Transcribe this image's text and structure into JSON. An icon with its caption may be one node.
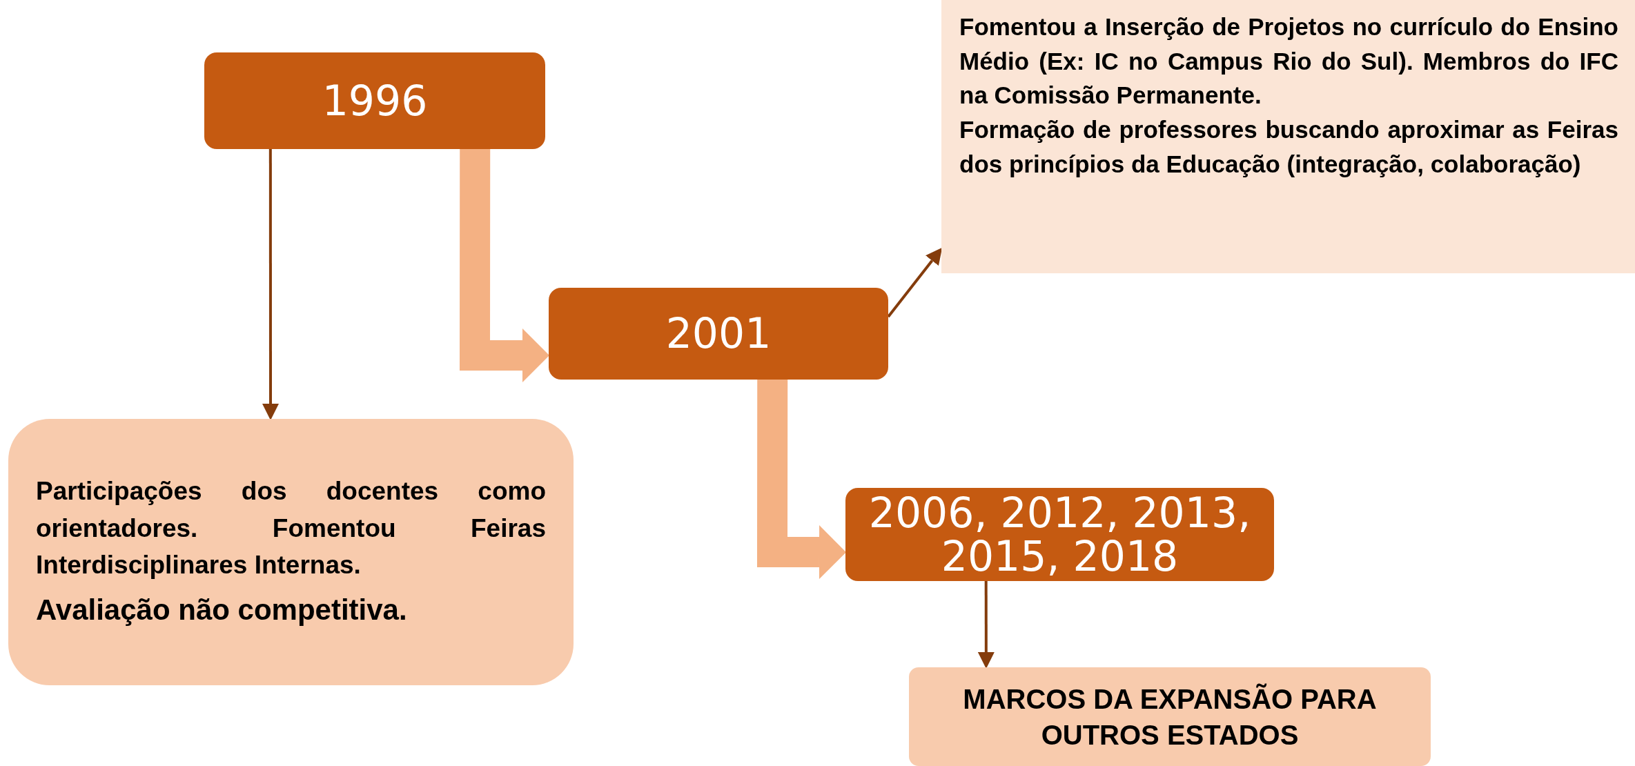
{
  "diagram": {
    "nodes": [
      {
        "text": [
          "1996"
        ]
      },
      {
        "text": [
          "2001"
        ]
      },
      {
        "text": [
          "2006, 2012, 2013, 2015, 2018"
        ]
      },
      {
        "text": [
          "Fomentou a Inserção de Projetos no currículo do Ensino Médio (Ex: IC no Campus Rio do Sul). Membros do IFC na Comissão Permanente.",
          "Formação de professores buscando aproximar as Feiras dos princípios da Educação (integração, colaboração)"
        ]
      },
      {
        "text": [
          "Participações dos docentes como orientadores. Fomentou Feiras Interdisciplinares Internas.",
          "Avaliação não competitiva."
        ]
      },
      {
        "text": [
          "MARCOS DA EXPANSÃO PARA OUTROS ESTADOS"
        ]
      }
    ],
    "edges": [
      {
        "from": 0,
        "to": 4,
        "arrow": "to"
      },
      {
        "from": 0,
        "to": 1,
        "arrow": "to",
        "style": "thick",
        "color": "#f4b183"
      },
      {
        "from": 1,
        "to": 3,
        "arrow": "to"
      },
      {
        "from": 1,
        "to": 2,
        "arrow": "to",
        "style": "thick",
        "color": "#f4b183"
      },
      {
        "from": 2,
        "to": 5,
        "arrow": "to"
      }
    ]
  }
}
